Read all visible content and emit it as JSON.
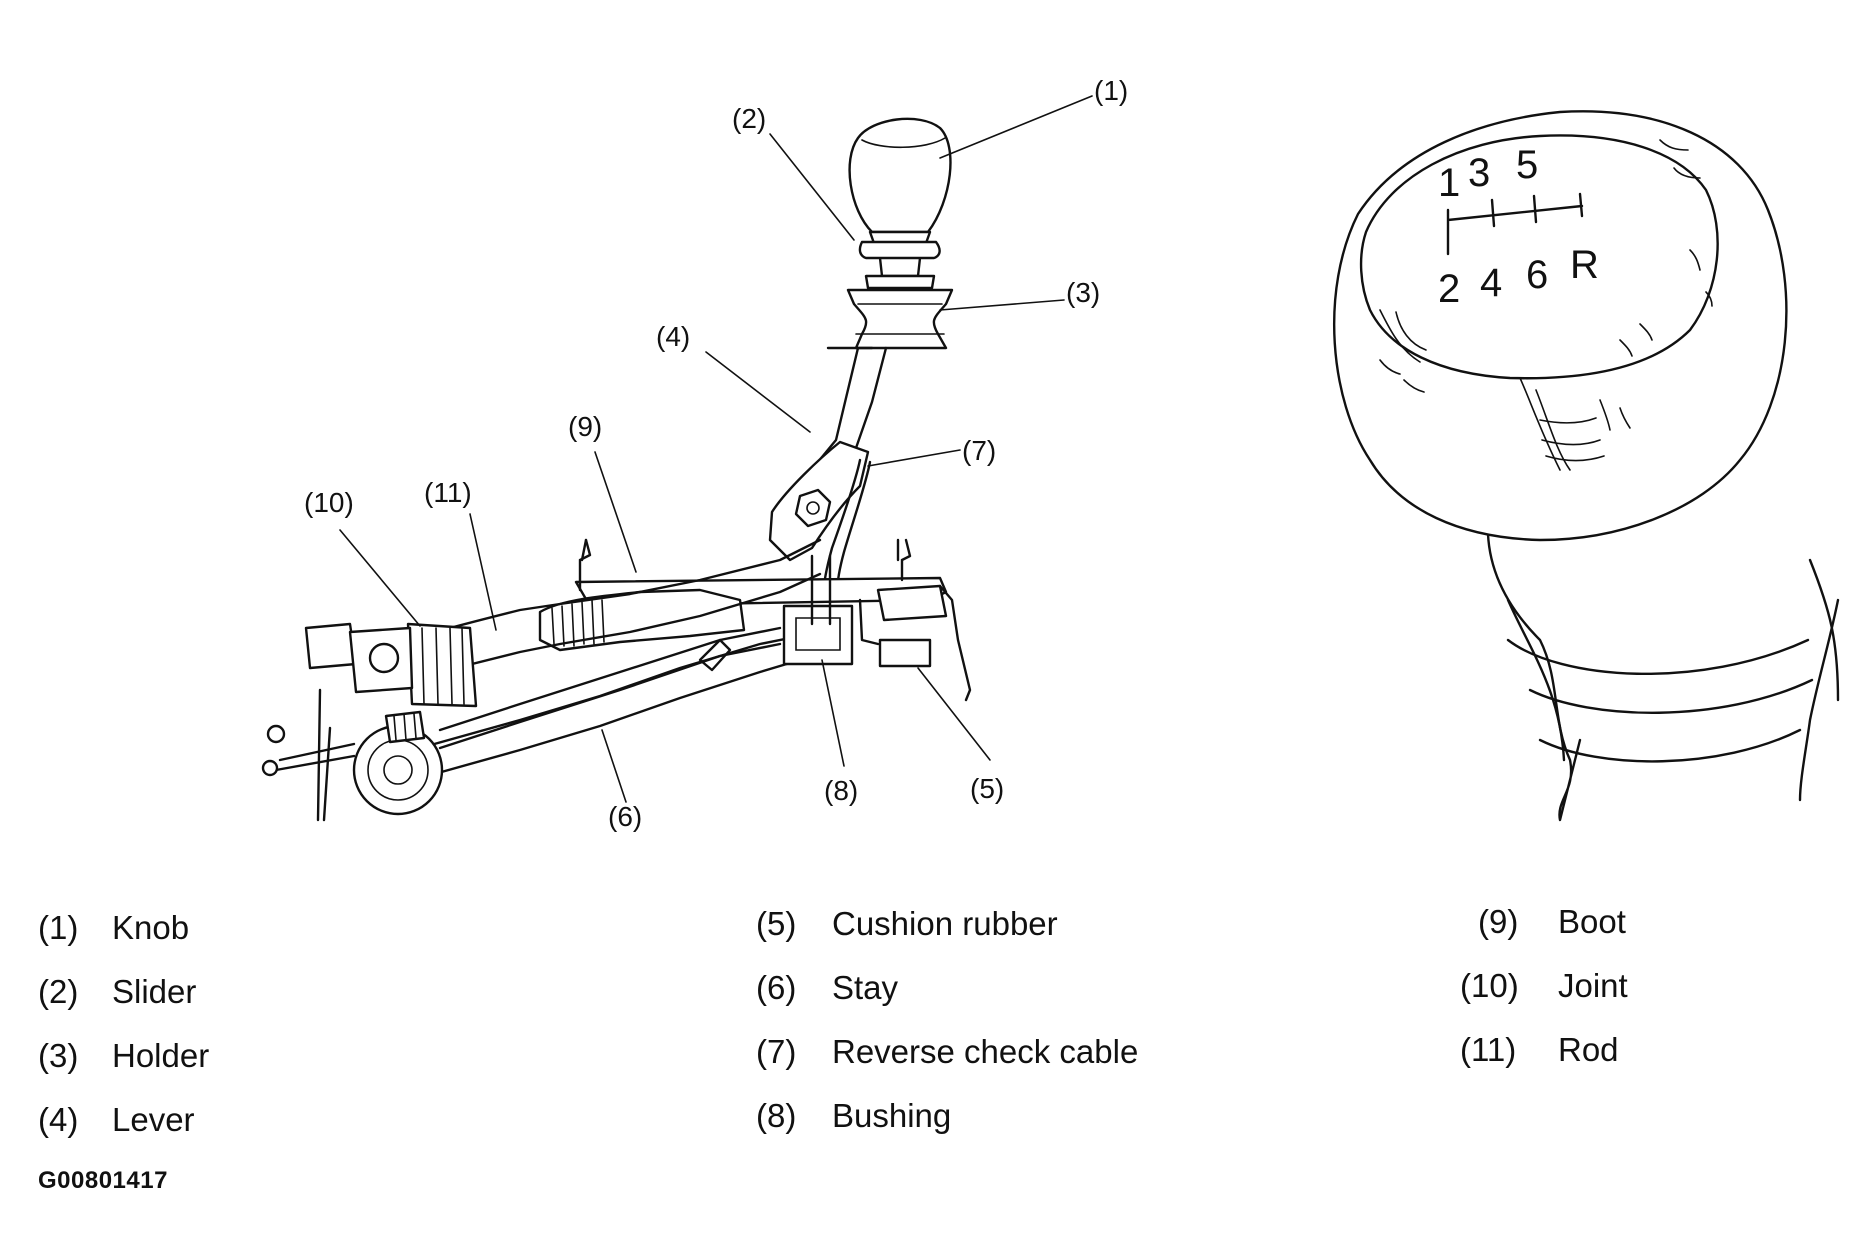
{
  "callouts": [
    "(1)",
    "(2)",
    "(3)",
    "(4)",
    "(5)",
    "(6)",
    "(7)",
    "(8)",
    "(9)",
    "(10)",
    "(11)"
  ],
  "shift_pattern": {
    "top": [
      "1",
      "3",
      "5"
    ],
    "bottom": [
      "2",
      "4",
      "6",
      "R"
    ]
  },
  "legend": [
    {
      "num": "(1)",
      "label": "Knob"
    },
    {
      "num": "(2)",
      "label": "Slider"
    },
    {
      "num": "(3)",
      "label": "Holder"
    },
    {
      "num": "(4)",
      "label": "Lever"
    },
    {
      "num": "(5)",
      "label": "Cushion rubber"
    },
    {
      "num": "(6)",
      "label": "Stay"
    },
    {
      "num": "(7)",
      "label": "Reverse check cable"
    },
    {
      "num": "(8)",
      "label": "Bushing"
    },
    {
      "num": "(9)",
      "label": "Boot"
    },
    {
      "num": "(10)",
      "label": "Joint"
    },
    {
      "num": "(11)",
      "label": "Rod"
    }
  ],
  "figure_code": "G00801417"
}
